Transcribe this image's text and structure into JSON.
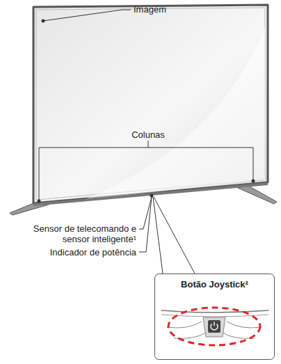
{
  "diagram": {
    "nodes": [
      {
        "text": [
          "Botão Joystick²"
        ]
      }
    ],
    "labels": [
      "Imagem",
      "Colunas",
      "Sensor de telecomando e sensor inteligente¹",
      "Indicador de potência"
    ]
  }
}
